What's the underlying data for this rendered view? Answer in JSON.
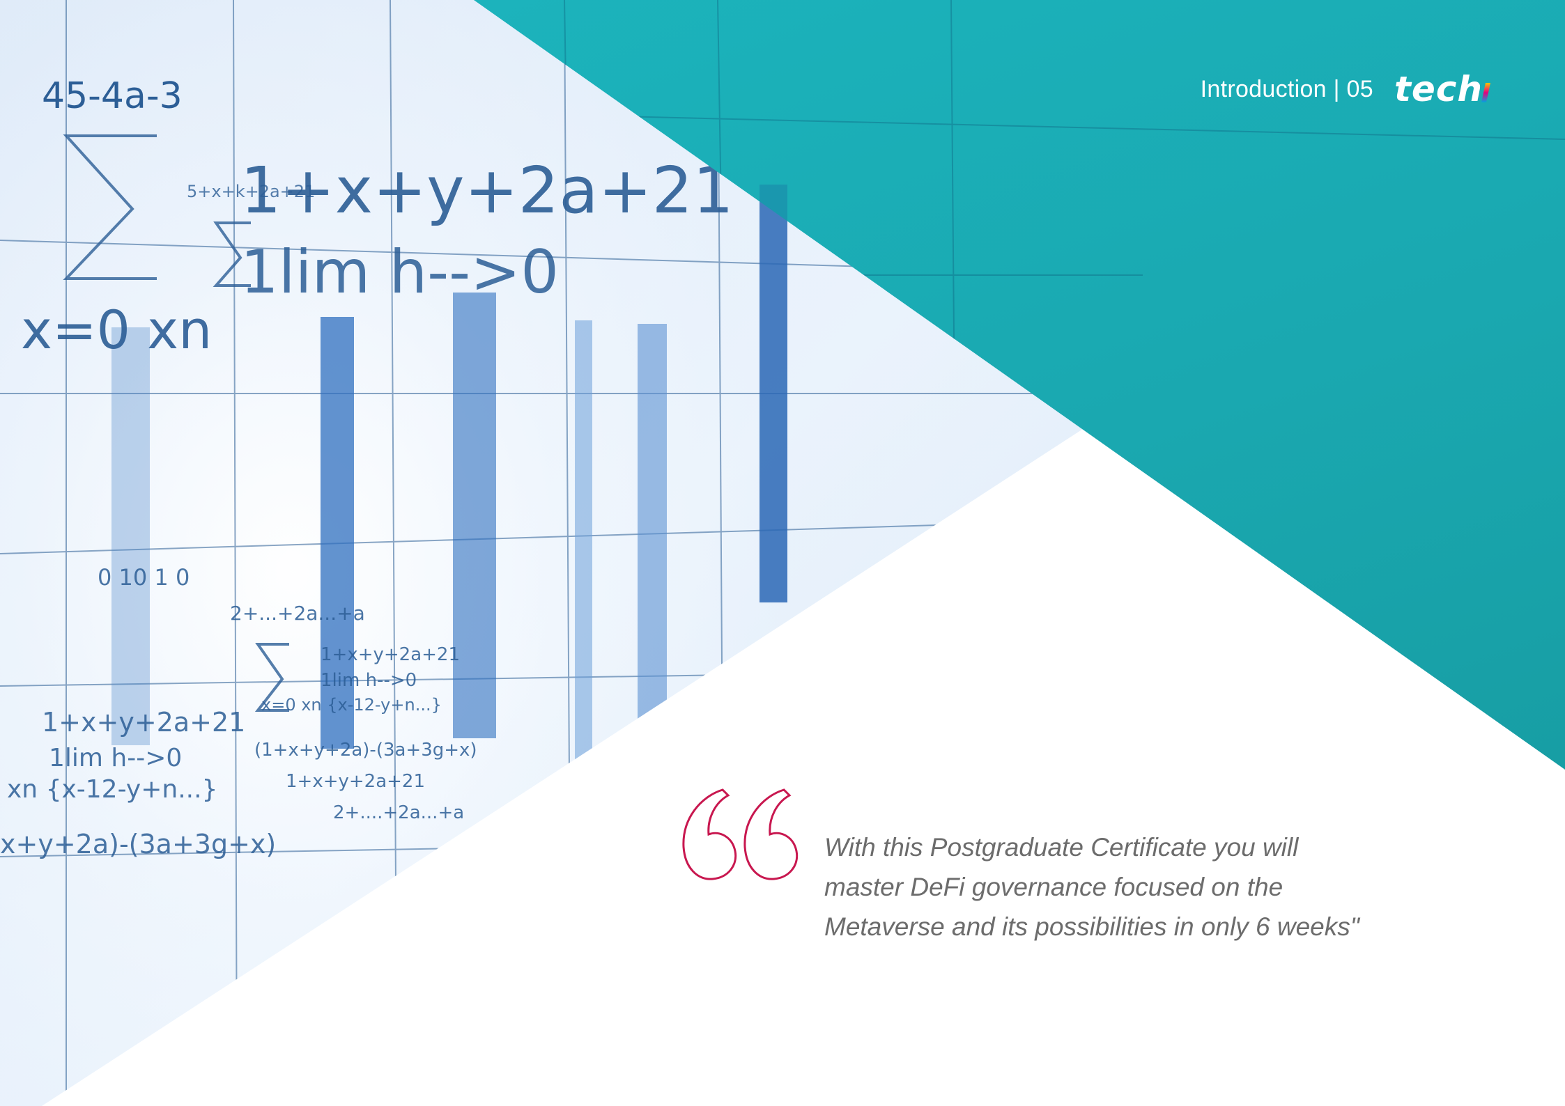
{
  "header": {
    "section": "Introduction | 05",
    "logo": "tech"
  },
  "quote": {
    "lines": [
      "With this Postgraduate Certificate you will",
      "master DeFi governance focused on the",
      "Metaverse and its possibilities in only 6 weeks\""
    ]
  },
  "photo_text": {
    "t1": "45-4a-3",
    "t2": "1+x+y+2a+21",
    "t3": "1lim h-->0",
    "t4": "x=0 xn",
    "t5": "5+x+k+2a+21",
    "t6": "1+x+y+2a+21",
    "t7": "1lim h-->0",
    "t8": "x=0 xn {x-12-y+n...}",
    "t9": "(1+x+y+2a)-(3a+3g+x)",
    "t10": "1+x+y+2a+21",
    "t11": "2+....+2a...+a",
    "t12": "1+x+y+2a+21",
    "t13": "1lim h-->0",
    "t14": "xn {x-12-y+n...}",
    "t15": "x+y+2a)-(3a+3g+x)",
    "t16": "0  10  1  0",
    "t17": "2+...+2a...+a"
  },
  "colors": {
    "teal": "#1aa8b0",
    "quote_mark": "#c8174f",
    "quote_text": "#6c6c6c"
  }
}
